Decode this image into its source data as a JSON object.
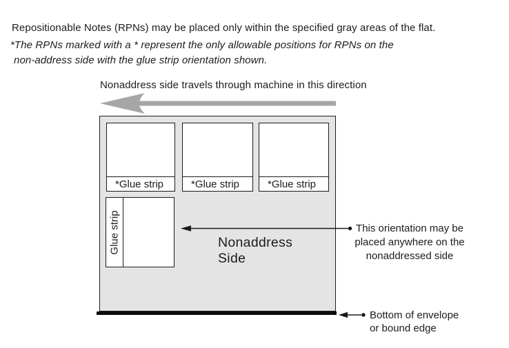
{
  "intro": {
    "line1": "Repositionable Notes (RPNs) may be placed only within the specified gray areas of the flat.",
    "note_line1": "*The RPNs marked with a * represent the only allowable positions for RPNs on the",
    "note_line2": "non-address side with the glue strip orientation shown."
  },
  "machine_direction": {
    "label": "Nonaddress side travels through machine in this direction",
    "arrow_color": "#a6a6a6"
  },
  "flat": {
    "fill_color": "#e4e4e4",
    "side_label_line1": "Nonaddress",
    "side_label_line2": "Side",
    "top_boxes": [
      {
        "label": "*Glue strip"
      },
      {
        "label": "*Glue strip"
      },
      {
        "label": "*Glue strip"
      }
    ],
    "vertical_box": {
      "label": "Glue strip"
    }
  },
  "annotations": {
    "orientation": {
      "lines": [
        "This orientation may be",
        "placed anywhere on the",
        "nonaddressed side"
      ]
    },
    "bottom_edge": {
      "line1": "Bottom of envelope",
      "line2": "or bound edge"
    }
  }
}
